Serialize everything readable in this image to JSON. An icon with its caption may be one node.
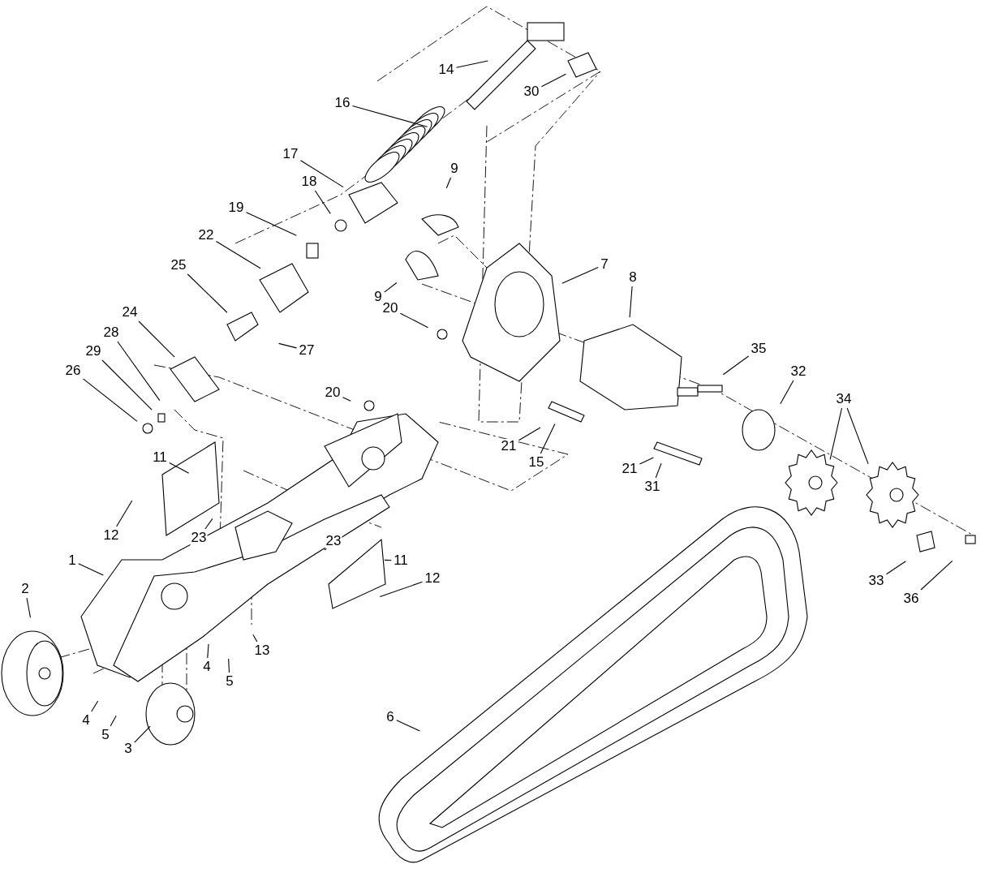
{
  "diagram": {
    "nodes": [
      {
        "text": [
          "14"
        ]
      },
      {
        "text": [
          "30"
        ]
      },
      {
        "text": [
          "16"
        ]
      },
      {
        "text": [
          "17"
        ]
      },
      {
        "text": [
          "9"
        ]
      },
      {
        "text": [
          "18"
        ]
      },
      {
        "text": [
          "19"
        ]
      },
      {
        "text": [
          "22"
        ]
      },
      {
        "text": [
          "7"
        ]
      },
      {
        "text": [
          "8"
        ]
      },
      {
        "text": [
          "9"
        ]
      },
      {
        "text": [
          "25"
        ]
      },
      {
        "text": [
          "20"
        ]
      },
      {
        "text": [
          "35"
        ]
      },
      {
        "text": [
          "27"
        ]
      },
      {
        "text": [
          "24"
        ]
      },
      {
        "text": [
          "28"
        ]
      },
      {
        "text": [
          "29"
        ]
      },
      {
        "text": [
          "26"
        ]
      },
      {
        "text": [
          "32"
        ]
      },
      {
        "text": [
          "34"
        ]
      },
      {
        "text": [
          "20"
        ]
      },
      {
        "text": [
          "21"
        ]
      },
      {
        "text": [
          "15"
        ]
      },
      {
        "text": [
          "11"
        ]
      },
      {
        "text": [
          "21"
        ]
      },
      {
        "text": [
          "31"
        ]
      },
      {
        "text": [
          "12"
        ]
      },
      {
        "text": [
          "23"
        ]
      },
      {
        "text": [
          "23"
        ]
      },
      {
        "text": [
          "11"
        ]
      },
      {
        "text": [
          "1"
        ]
      },
      {
        "text": [
          "2"
        ]
      },
      {
        "text": [
          "12"
        ]
      },
      {
        "text": [
          "33"
        ]
      },
      {
        "text": [
          "36"
        ]
      },
      {
        "text": [
          "4"
        ]
      },
      {
        "text": [
          "13"
        ]
      },
      {
        "text": [
          "5"
        ]
      },
      {
        "text": [
          "4"
        ]
      },
      {
        "text": [
          "5"
        ]
      },
      {
        "text": [
          "3"
        ]
      },
      {
        "text": [
          "6"
        ]
      }
    ],
    "edges": [
      {
        "from": 0,
        "to": null,
        "arrow": "none"
      },
      {
        "from": 1,
        "to": null,
        "arrow": "none"
      },
      {
        "from": 2,
        "to": null,
        "arrow": "none"
      },
      {
        "from": 3,
        "to": null,
        "arrow": "none"
      },
      {
        "from": 4,
        "to": null,
        "arrow": "none"
      },
      {
        "from": 5,
        "to": null,
        "arrow": "none"
      },
      {
        "from": 6,
        "to": null,
        "arrow": "none"
      },
      {
        "from": 7,
        "to": null,
        "arrow": "none"
      },
      {
        "from": 8,
        "to": null,
        "arrow": "none"
      },
      {
        "from": 9,
        "to": null,
        "arrow": "none"
      },
      {
        "from": 10,
        "to": null,
        "arrow": "none"
      },
      {
        "from": 11,
        "to": null,
        "arrow": "none"
      },
      {
        "from": 12,
        "to": null,
        "arrow": "none"
      },
      {
        "from": 13,
        "to": null,
        "arrow": "none"
      },
      {
        "from": 14,
        "to": null,
        "arrow": "none"
      },
      {
        "from": 15,
        "to": null,
        "arrow": "none"
      },
      {
        "from": 16,
        "to": null,
        "arrow": "none"
      },
      {
        "from": 17,
        "to": null,
        "arrow": "none"
      },
      {
        "from": 18,
        "to": null,
        "arrow": "none"
      },
      {
        "from": 19,
        "to": null,
        "arrow": "none"
      },
      {
        "from": 20,
        "to": null,
        "arrow": "none"
      },
      {
        "from": 20,
        "to": null,
        "arrow": "none"
      },
      {
        "from": 21,
        "to": null,
        "arrow": "none"
      },
      {
        "from": 22,
        "to": null,
        "arrow": "none"
      },
      {
        "from": 23,
        "to": null,
        "arrow": "none"
      },
      {
        "from": 24,
        "to": null,
        "arrow": "none"
      },
      {
        "from": 25,
        "to": null,
        "arrow": "none"
      },
      {
        "from": 26,
        "to": null,
        "arrow": "none"
      },
      {
        "from": 27,
        "to": null,
        "arrow": "none"
      },
      {
        "from": 28,
        "to": null,
        "arrow": "none"
      },
      {
        "from": 29,
        "to": null,
        "arrow": "none"
      },
      {
        "from": 30,
        "to": null,
        "arrow": "none"
      },
      {
        "from": 31,
        "to": null,
        "arrow": "none"
      },
      {
        "from": 32,
        "to": null,
        "arrow": "none"
      },
      {
        "from": 33,
        "to": null,
        "arrow": "none"
      },
      {
        "from": 34,
        "to": null,
        "arrow": "none"
      },
      {
        "from": 35,
        "to": null,
        "arrow": "none"
      },
      {
        "from": 36,
        "to": null,
        "arrow": "none"
      },
      {
        "from": 37,
        "to": null,
        "arrow": "none"
      },
      {
        "from": 38,
        "to": null,
        "arrow": "none"
      },
      {
        "from": 39,
        "to": null,
        "arrow": "none"
      },
      {
        "from": 40,
        "to": null,
        "arrow": "none"
      },
      {
        "from": 41,
        "to": null,
        "arrow": "none"
      },
      {
        "from": 42,
        "to": null,
        "arrow": "none"
      }
    ]
  }
}
